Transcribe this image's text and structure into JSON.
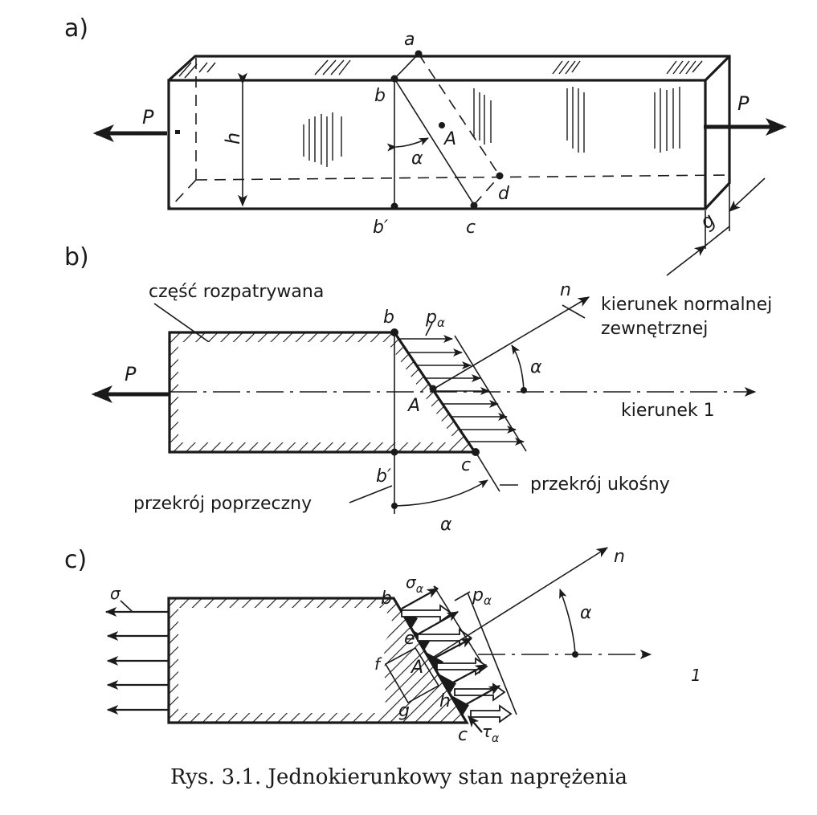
{
  "figure": {
    "caption": "Rys. 3.1. Jednokierunkowy stan naprężenia",
    "panels": {
      "a": {
        "label": "a)",
        "force_left": "P",
        "force_right": "P",
        "height_label": "h",
        "thickness_label": "g",
        "points": [
          "a",
          "b",
          "b′",
          "c",
          "d",
          "A"
        ],
        "angle_label": "α"
      },
      "b": {
        "label": "b)",
        "force": "P",
        "considered_part": "część rozpatrywana",
        "normal_direction": "kierunek normalnej zewnętrznej",
        "normal_direction_line1": "kierunek normalnej",
        "normal_direction_line2": "zewnętrznej",
        "direction_1": "kierunek 1",
        "cross_section": "przekrój poprzeczny",
        "oblique_section": "przekrój ukośny",
        "normal_symbol": "n",
        "stress_label": "p",
        "stress_subscript": "α",
        "angle_label": "α",
        "points": [
          "b",
          "b′",
          "c",
          "A"
        ]
      },
      "c": {
        "label": "c)",
        "sigma": "σ",
        "sigma_alpha": "σ",
        "p_alpha": "p",
        "tau_alpha": "τ",
        "subscript": "α",
        "normal_symbol": "n",
        "axis_1": "1",
        "angle_label": "α",
        "points": [
          "b",
          "c",
          "e",
          "f",
          "g",
          "h",
          "A"
        ]
      }
    }
  }
}
